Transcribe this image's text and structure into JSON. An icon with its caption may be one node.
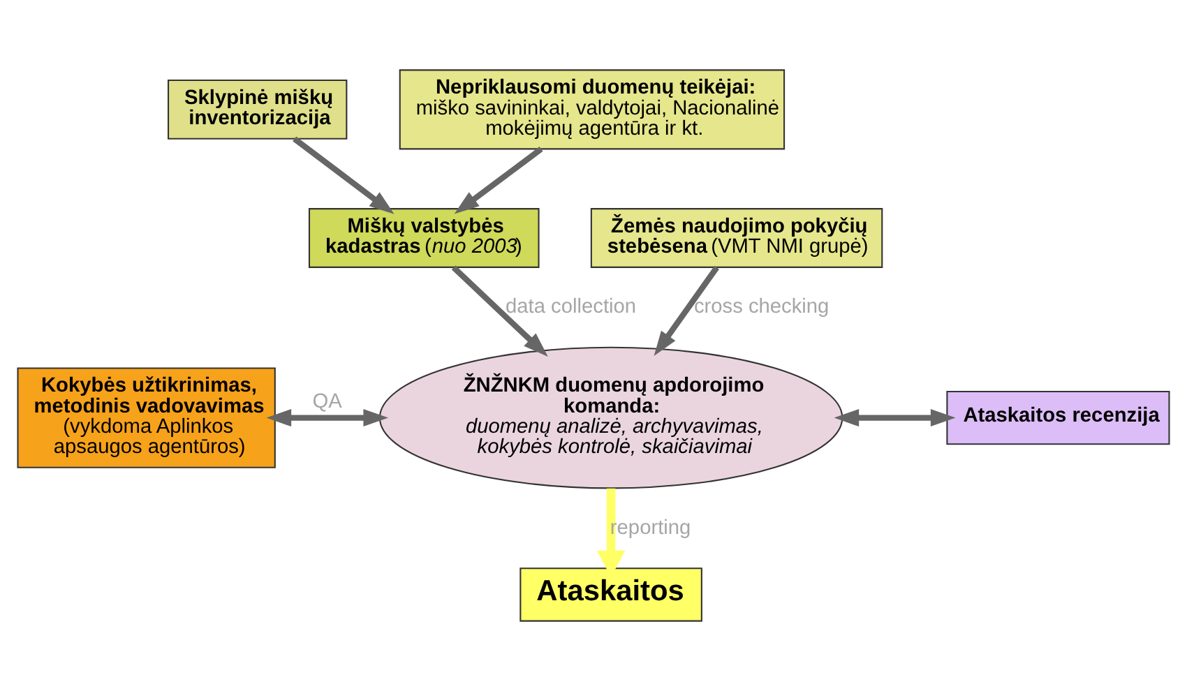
{
  "diagram": {
    "nodes": [
      {
        "text": [
          "Sklypinė miškų inventorizacija"
        ]
      },
      {
        "text": [
          "Nepriklausomi duomenų teikėjai:",
          "miško savininkai, valdytojai, Nacionalinė mokėjimų agentūra ir kt."
        ]
      },
      {
        "text": [
          "**Miškų valstybės kadastras** (*nuo 2003*)"
        ]
      },
      {
        "text": [
          "**Žemės naudojimo pokyčių stebėsena** (VMT NMI grupė)"
        ]
      },
      {
        "text": [
          "Kokybės užtikrinimas, metodinis vadovavimas",
          "(vykdoma Aplinkos apsaugos agentūros)"
        ]
      },
      {
        "text": [
          "ŽNŽNKM duomenų apdorojimo komanda:",
          "duomenų analizė, archyvavimas, kokybės kontrolė, skaičiavimai"
        ]
      },
      {
        "text": [
          "Ataskaitos recenzija"
        ]
      },
      {
        "text": [
          "Ataskaitos"
        ]
      }
    ],
    "edges": [
      {
        "from": 0,
        "to": 2,
        "arrow": "to"
      },
      {
        "from": 1,
        "to": 2,
        "arrow": "to"
      },
      {
        "from": 2,
        "to": 5,
        "arrow": "to",
        "label": "data collection"
      },
      {
        "from": 3,
        "to": 5,
        "arrow": "to",
        "label": "cross checking"
      },
      {
        "from": 4,
        "to": 5,
        "arrow": "both",
        "label": "QA"
      },
      {
        "from": 5,
        "to": 6,
        "arrow": "both"
      },
      {
        "from": 5,
        "to": 7,
        "arrow": "to",
        "label": "reporting",
        "color": "#ffff66"
      }
    ]
  }
}
